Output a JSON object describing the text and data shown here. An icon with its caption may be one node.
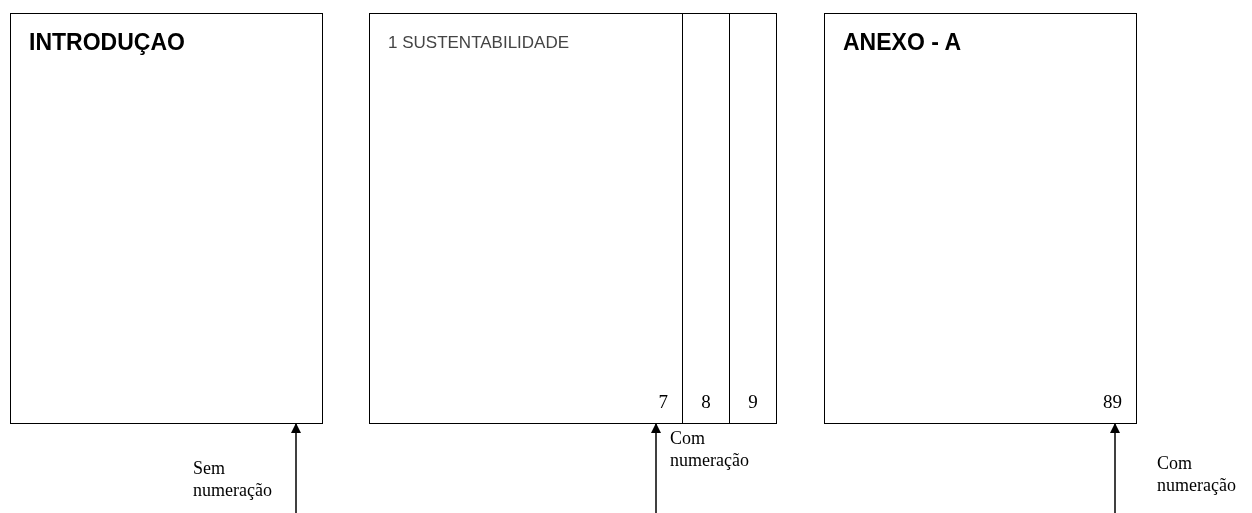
{
  "diagram": {
    "nodes": [
      {
        "text": [
          "INTRODUÇAO"
        ]
      },
      {
        "text": [
          "1 SUSTENTABILIDADE",
          "7"
        ]
      },
      {
        "text": [
          "8"
        ]
      },
      {
        "text": [
          "9"
        ]
      },
      {
        "text": [
          "ANEXO - A",
          "89"
        ]
      }
    ],
    "edges": [
      {
        "from": null,
        "to": 0,
        "arrow": "to",
        "label": "Sem numeração"
      },
      {
        "from": null,
        "to": 1,
        "arrow": "to",
        "label": "Com numeração"
      },
      {
        "from": null,
        "to": 4,
        "arrow": "to",
        "label": "Com numeração"
      }
    ]
  }
}
